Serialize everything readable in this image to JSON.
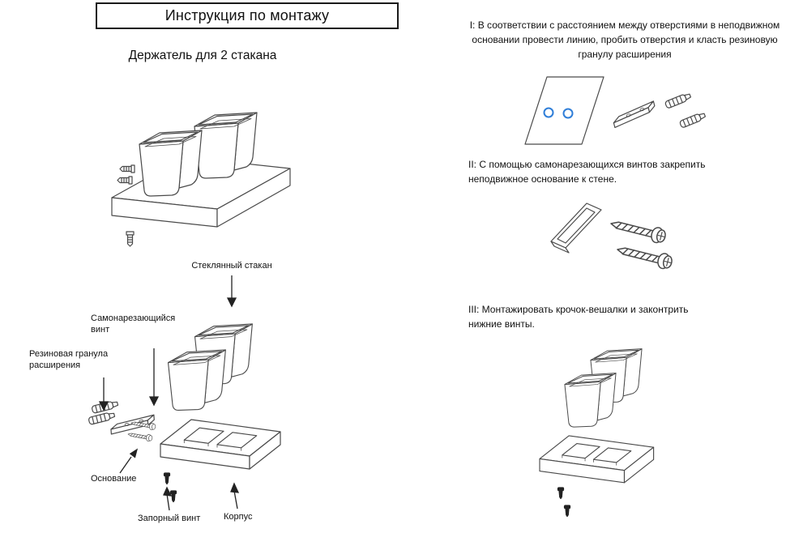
{
  "page": {
    "title": "Инструкция по монтажу",
    "subtitle": "Держатель для 2 стакана"
  },
  "exploded": {
    "labels": {
      "glass_cup": "Стеклянный стакан",
      "self_tapping_screw": "Самонарезающийся винт",
      "rubber_plug": "Резиновая гранула расширения",
      "base": "Основание",
      "locking_screw": "Запорный винт",
      "body": "Корпус"
    }
  },
  "steps": [
    {
      "number": "I",
      "text": "I: В соответствии с расстоянием между отверстиями в неподвижном основании провести линию, пробить отверстия и класть резиновую гранулу расширения"
    },
    {
      "number": "II",
      "text": "II: С помощью самонарезающихся винтов закрепить неподвижное основание к стене."
    },
    {
      "number": "III",
      "text": "III: Монтажировать крочок-вешалки и законтрить нижние винты."
    }
  ],
  "colors": {
    "line": "#4a4a4a",
    "text": "#111111",
    "hole_accent": "#2f7ed8"
  }
}
